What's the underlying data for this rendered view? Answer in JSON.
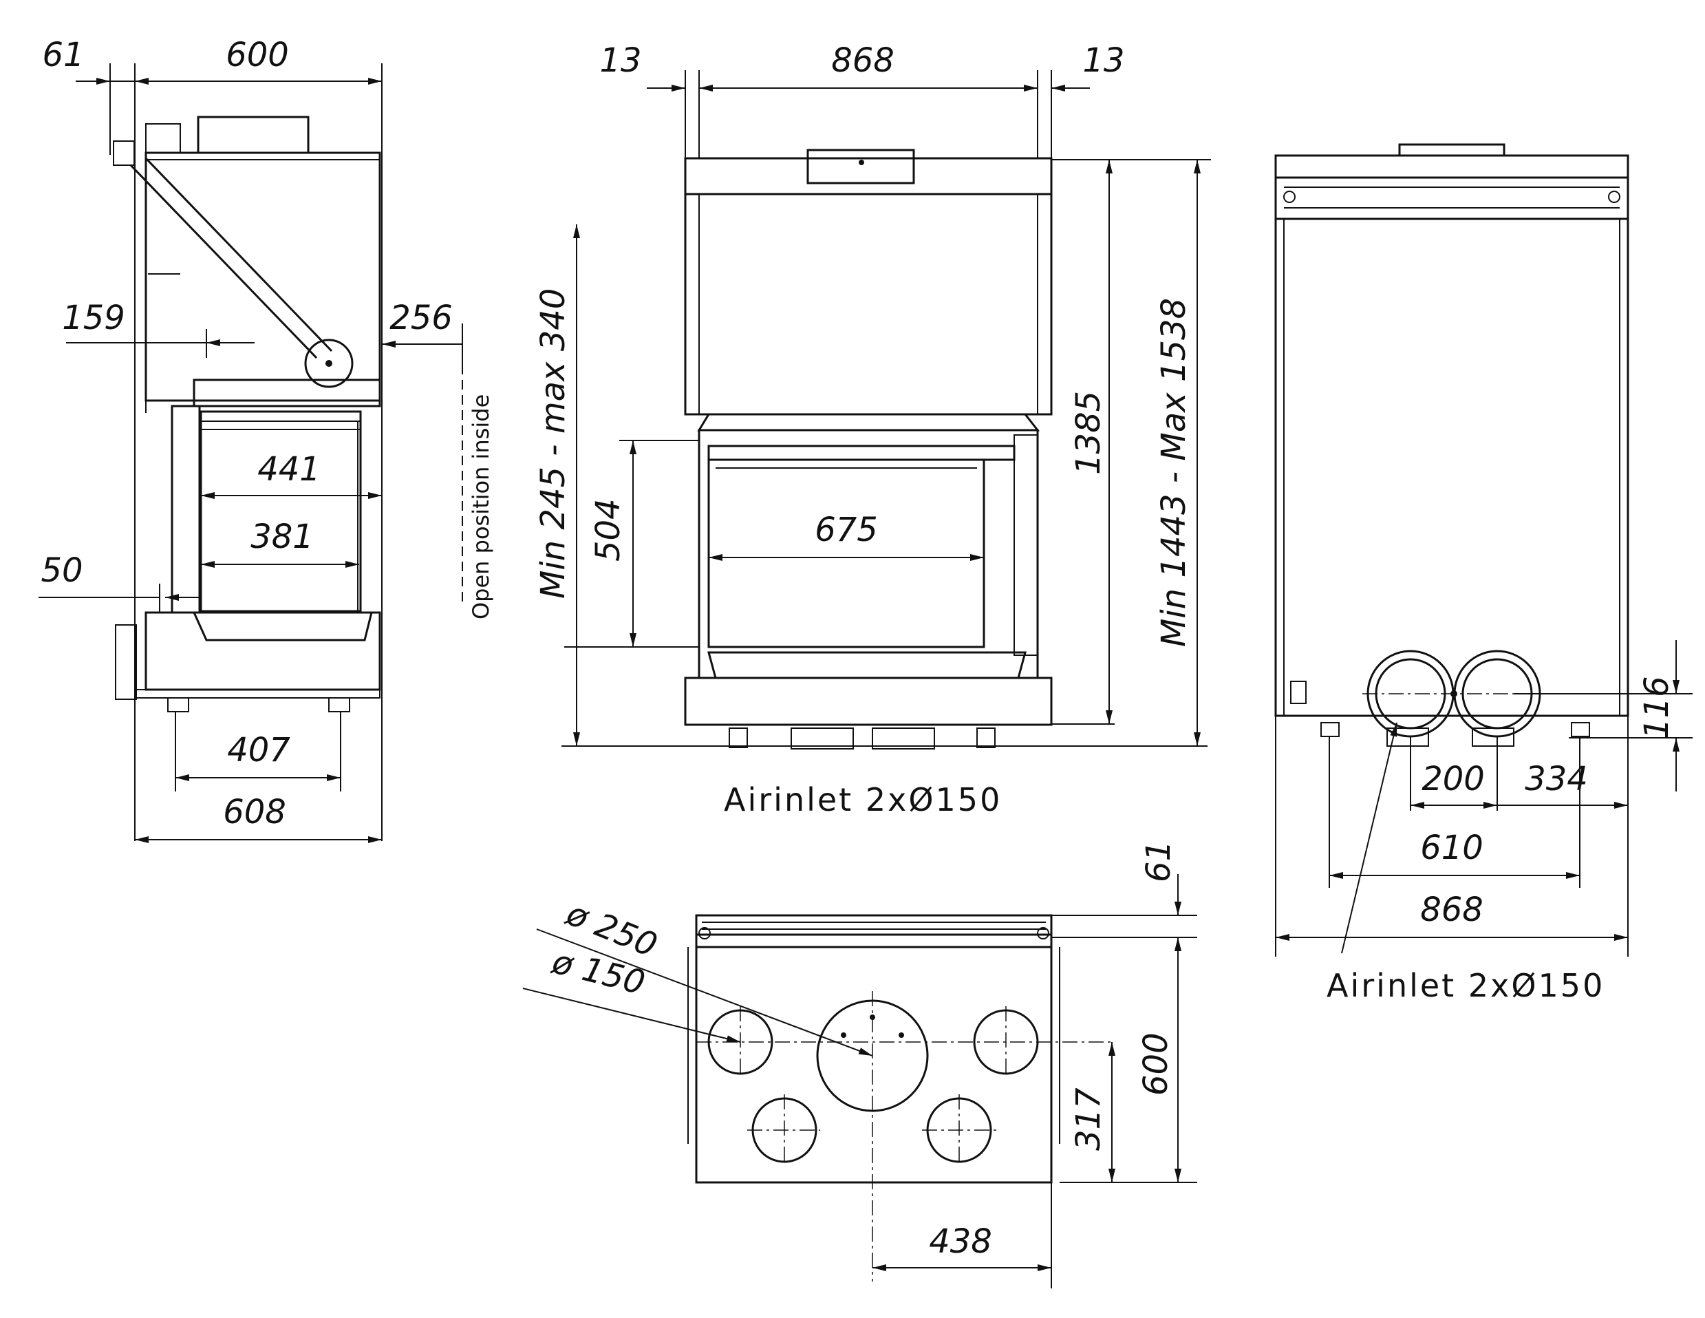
{
  "side_view": {
    "dim_61": "61",
    "dim_600": "600",
    "dim_159": "159",
    "dim_256": "256",
    "dim_441": "441",
    "dim_381": "381",
    "dim_50": "50",
    "dim_407": "407",
    "dim_608": "608",
    "note_open": "Open position inside"
  },
  "front_view": {
    "dim_13_left": "13",
    "dim_868": "868",
    "dim_13_right": "13",
    "dim_min_max_hood": "Min 245  -  max  340",
    "dim_504": "504",
    "dim_675": "675",
    "dim_1385": "1385",
    "dim_min_max_total": "Min 1443  -  Max  1538",
    "caption": "Airinlet  2xØ150"
  },
  "back_view": {
    "dim_116": "116",
    "dim_200": "200",
    "dim_334": "334",
    "dim_610": "610",
    "dim_868": "868",
    "caption": "Airinlet  2xØ150"
  },
  "top_view": {
    "dim_61": "61",
    "dim_d250": "ø 250",
    "dim_d150": "ø 150",
    "dim_600": "600",
    "dim_317": "317",
    "dim_438": "438"
  }
}
